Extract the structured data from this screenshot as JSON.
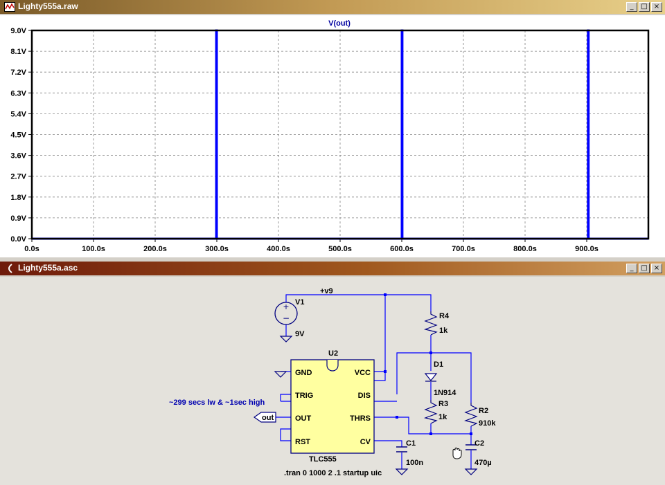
{
  "plot_window": {
    "title": "Lighty555a.raw",
    "controls": {
      "minimize": "_",
      "maximize": "□",
      "close": "×"
    }
  },
  "schematic_window": {
    "title": "Lighty555a.asc",
    "controls": {
      "minimize": "_",
      "maximize": "□",
      "close": "×"
    }
  },
  "chart_data": {
    "type": "line",
    "title": "V(out)",
    "xlim": [
      0,
      1000
    ],
    "ylim": [
      0,
      9
    ],
    "x_ticks": [
      "0.0s",
      "100.0s",
      "200.0s",
      "300.0s",
      "400.0s",
      "500.0s",
      "600.0s",
      "700.0s",
      "800.0s",
      "900.0s"
    ],
    "y_ticks": [
      "0.0V",
      "0.9V",
      "1.8V",
      "2.7V",
      "3.6V",
      "4.5V",
      "5.4V",
      "6.3V",
      "7.2V",
      "8.1V",
      "9.0V"
    ],
    "grid": true,
    "series": [
      {
        "name": "V(out)",
        "color": "#0000ff",
        "points": [
          [
            0,
            0
          ],
          [
            299,
            0
          ],
          [
            299,
            9
          ],
          [
            300,
            9
          ],
          [
            300,
            0
          ],
          [
            600,
            0
          ],
          [
            600,
            9
          ],
          [
            601,
            9
          ],
          [
            601,
            0
          ],
          [
            902,
            0
          ],
          [
            902,
            9
          ],
          [
            903,
            9
          ],
          [
            903,
            0
          ],
          [
            1000,
            0
          ]
        ]
      }
    ]
  },
  "schematic": {
    "net_vcc_label": "+v9",
    "v1": {
      "name": "V1",
      "value": "9V"
    },
    "u2": {
      "name": "U2",
      "part": "TLC555",
      "pins": {
        "gnd": "GND",
        "trig": "TRIG",
        "out": "OUT",
        "rst": "RST",
        "vcc": "VCC",
        "dis": "DIS",
        "thrs": "THRS",
        "cv": "CV"
      }
    },
    "r4": {
      "name": "R4",
      "value": "1k"
    },
    "d1": {
      "name": "D1",
      "value": "1N914"
    },
    "r3": {
      "name": "R3",
      "value": "1k"
    },
    "r2": {
      "name": "R2",
      "value": "910k"
    },
    "c1": {
      "name": "C1",
      "value": "100n"
    },
    "c2": {
      "name": "C2",
      "value": "470µ"
    },
    "out_label": "out",
    "comment": "~299 secs lw & ~1sec high",
    "directive": ".tran 0 1000 2 .1 startup uic",
    "colors": {
      "wire": "#0000ff",
      "component": "#000080",
      "ic_fill": "#ffffa0",
      "comment": "#0000b0",
      "background": "#e4e2dc"
    }
  }
}
